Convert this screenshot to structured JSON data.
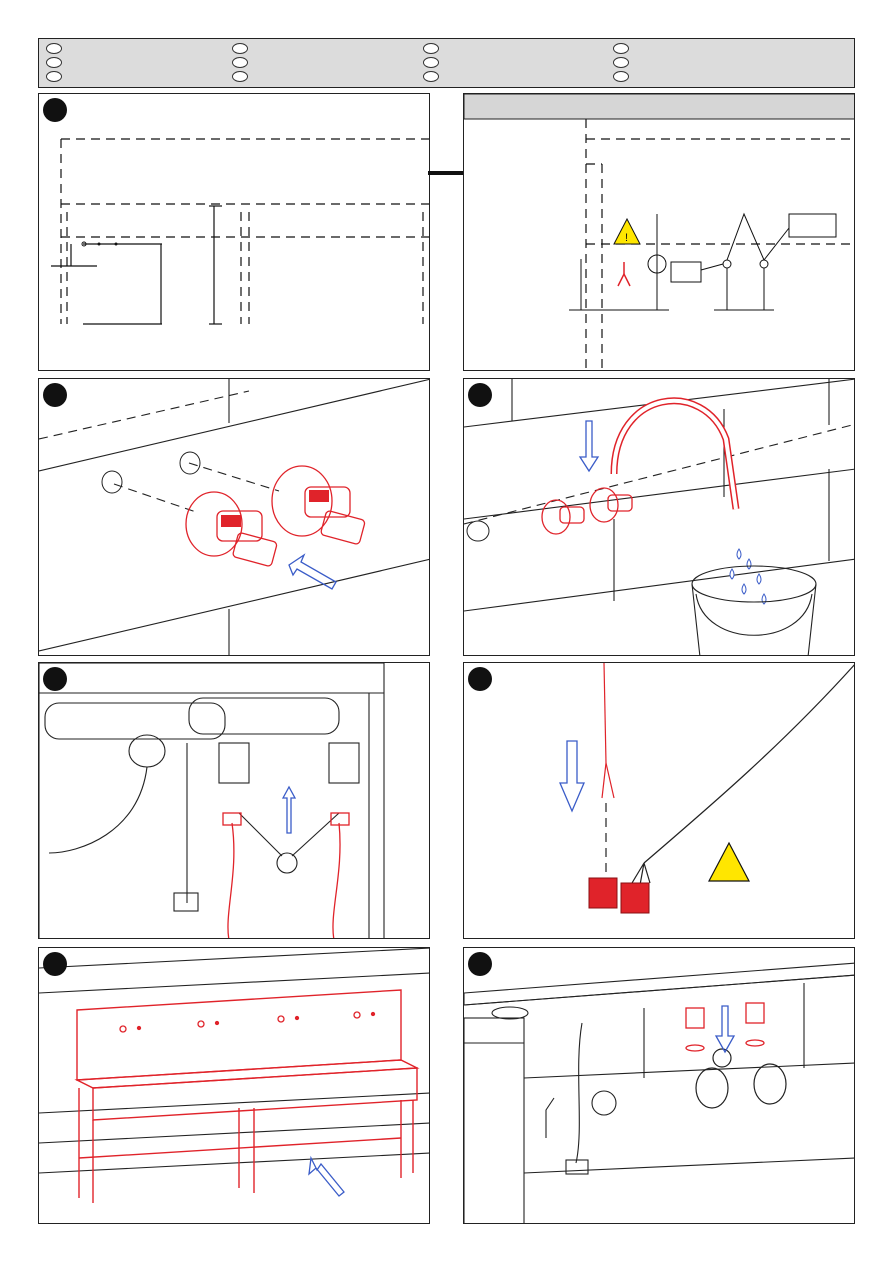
{
  "header": {
    "language_rows": 3,
    "language_columns": 4
  },
  "panels": [
    {
      "id": "1",
      "caption": ""
    },
    {
      "id": "1b",
      "caption": ""
    },
    {
      "id": "2",
      "caption": ""
    },
    {
      "id": "3",
      "caption": ""
    },
    {
      "id": "4",
      "caption": ""
    },
    {
      "id": "5",
      "caption": ""
    },
    {
      "id": "6",
      "caption": ""
    },
    {
      "id": "7",
      "caption": ""
    }
  ],
  "colors": {
    "accent_red": "#e0232a",
    "arrow_blue": "#3a5cc8",
    "warning_yellow": "#ffe600",
    "header_grey": "#dcdcdc",
    "tile_line": "#222222"
  },
  "icons": [
    "warning-triangle-icon",
    "wrench-icon",
    "flow-arrow-icon",
    "down-arrow-icon",
    "up-arrow-icon",
    "step-badge-icon",
    "terminal-block-icon"
  ]
}
